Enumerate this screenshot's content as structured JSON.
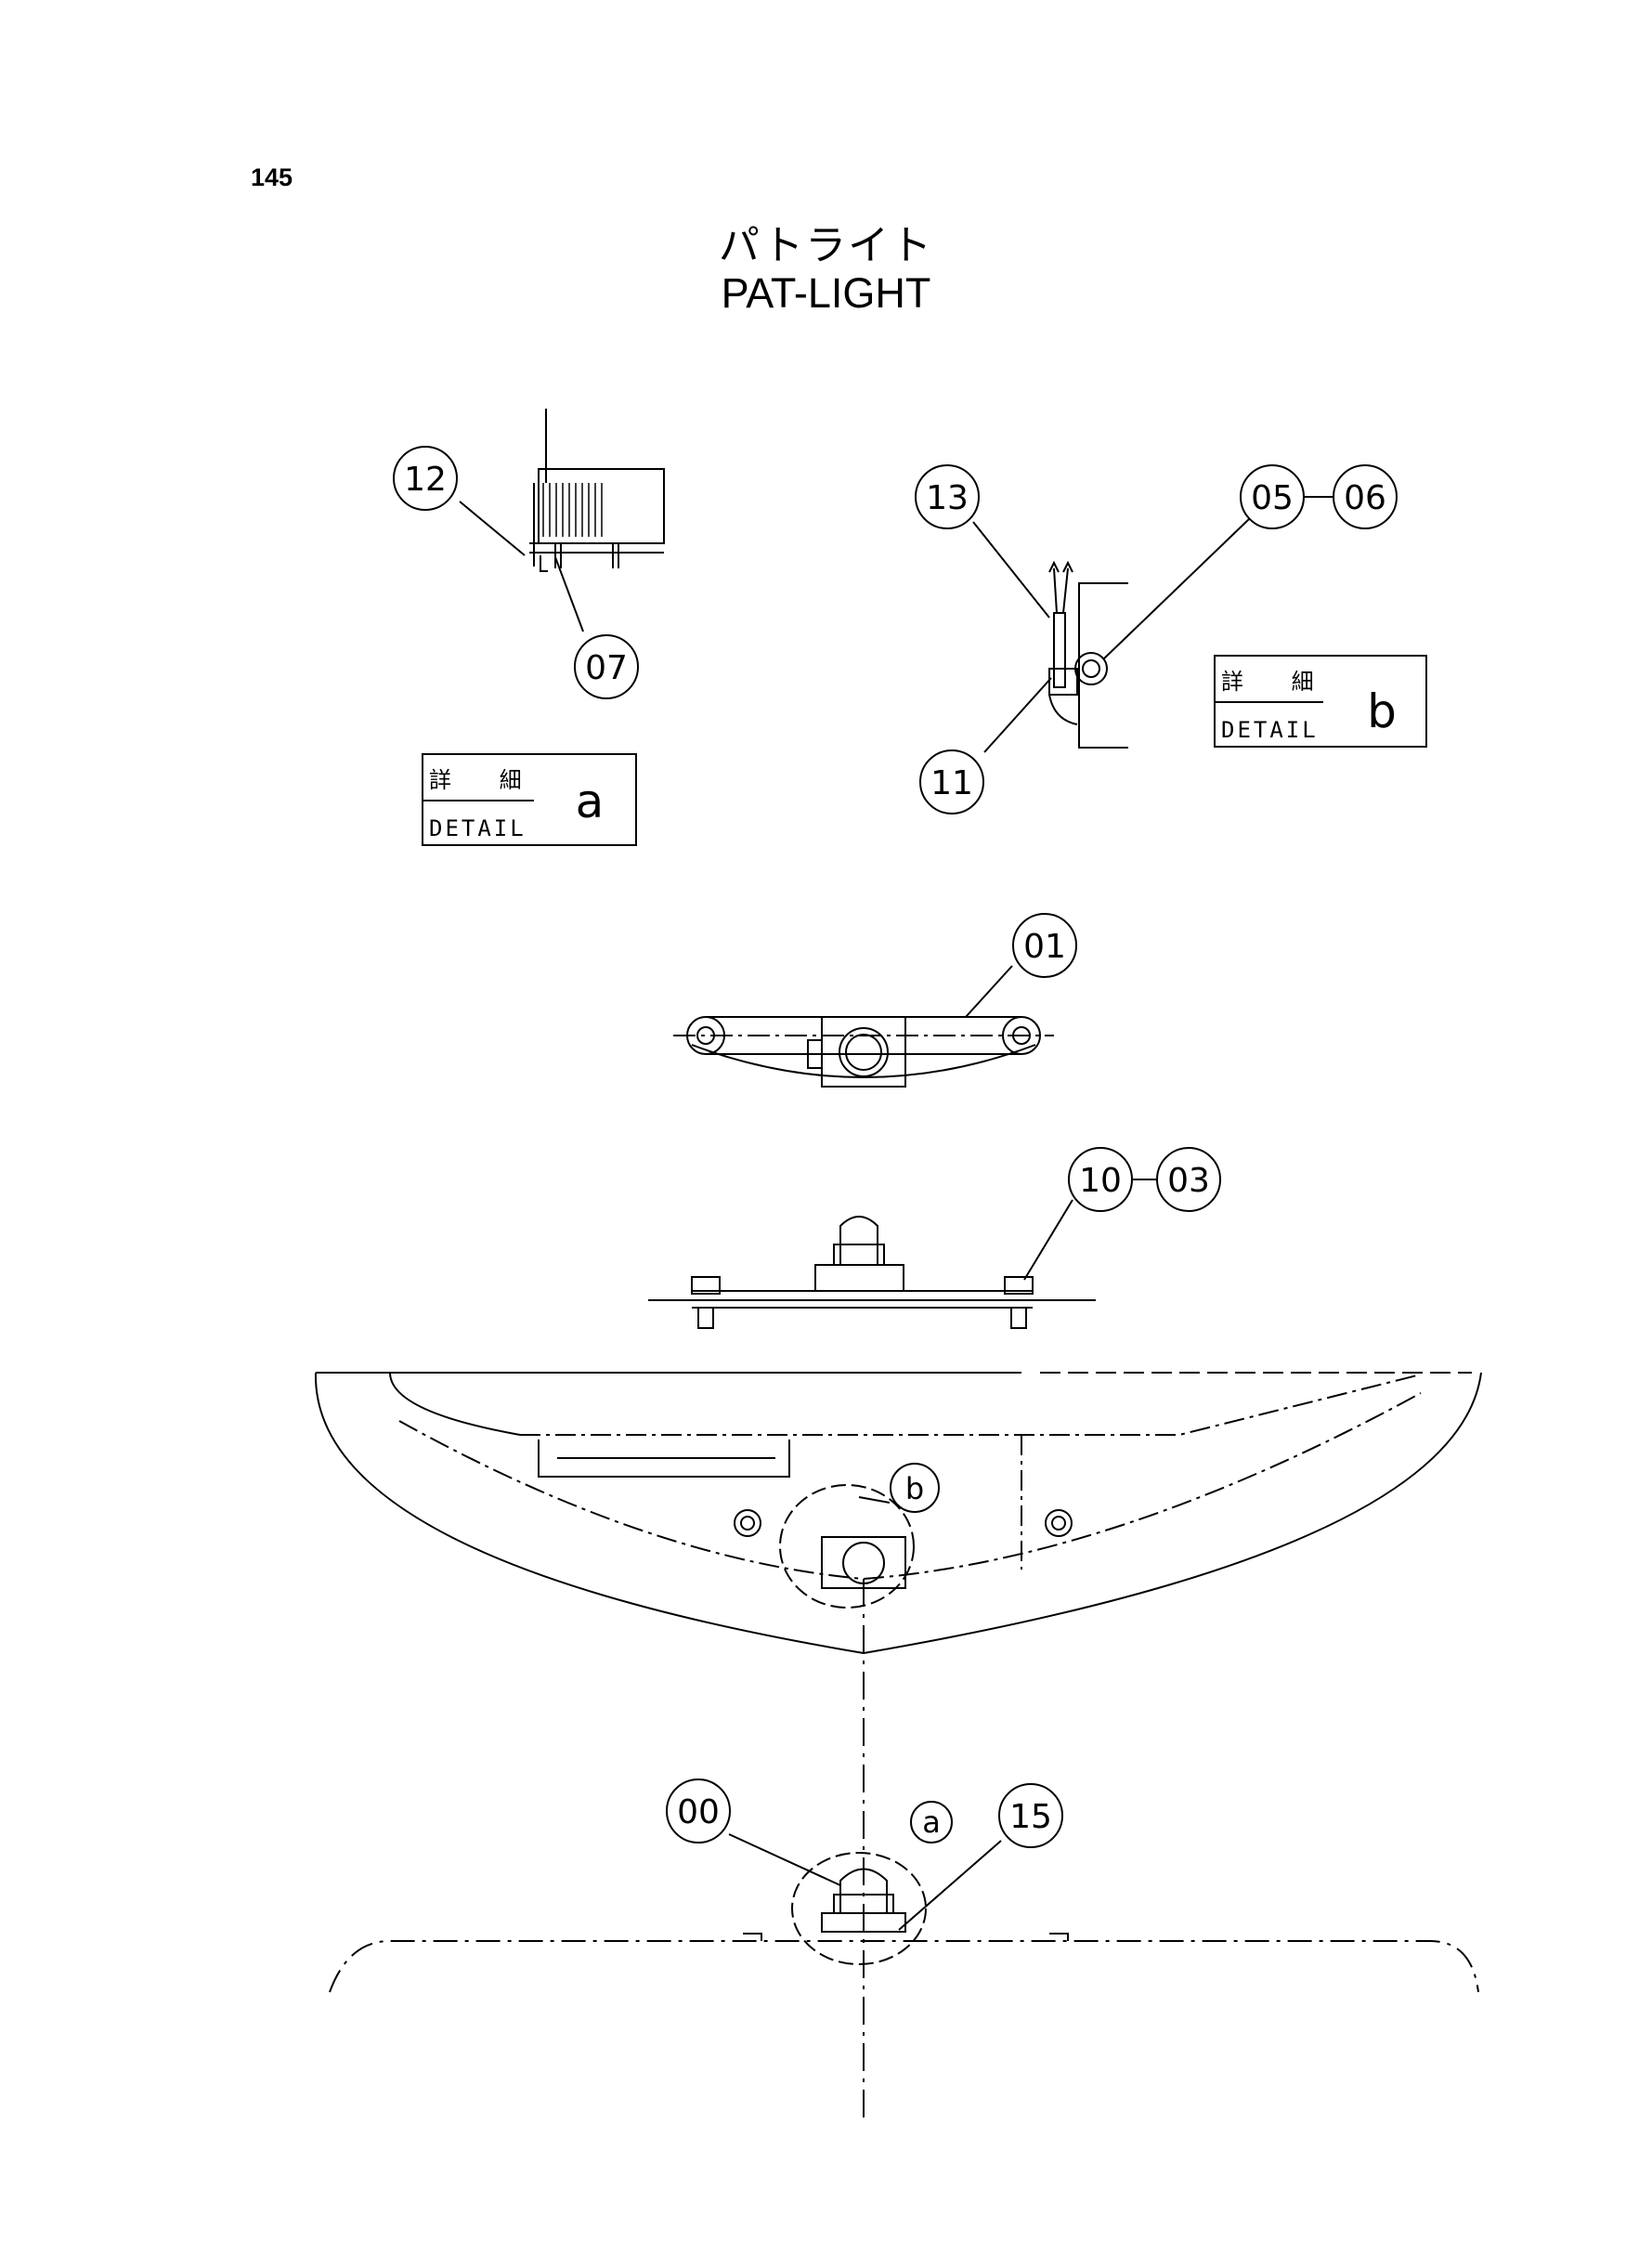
{
  "page_number": "145",
  "title_jp": "パトライト",
  "title_en": "PAT-LIGHT",
  "detail_a": {
    "jp": "詳 細",
    "en": "DETAIL",
    "letter": "a"
  },
  "detail_b": {
    "jp": "詳 細",
    "en": "DETAIL",
    "letter": "b"
  },
  "callouts": {
    "c12": "12",
    "c07": "07",
    "c13": "13",
    "c05": "05",
    "c06": "06",
    "c11": "11",
    "c01": "01",
    "c10": "10",
    "c03": "03",
    "c00": "00",
    "c15": "15"
  },
  "view_markers": {
    "a": "a",
    "b": "b"
  }
}
